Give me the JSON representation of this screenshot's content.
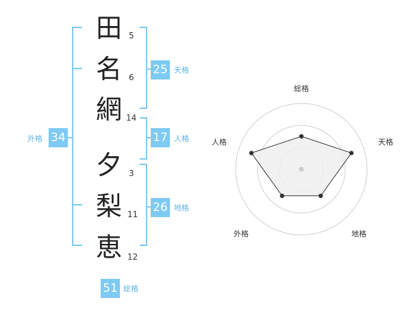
{
  "characters": [
    {
      "char": "田",
      "strokes": "5"
    },
    {
      "char": "名",
      "strokes": "6"
    },
    {
      "char": "網",
      "strokes": "14"
    },
    {
      "char": "夕",
      "strokes": "3"
    },
    {
      "char": "梨",
      "strokes": "11"
    },
    {
      "char": "恵",
      "strokes": "12"
    }
  ],
  "fortunes": {
    "tenkaku": {
      "value": "25",
      "label": "天格"
    },
    "jinkaku": {
      "value": "17",
      "label": "人格"
    },
    "chikaku": {
      "value": "26",
      "label": "地格"
    },
    "gaikaku": {
      "value": "34",
      "label": "外格"
    },
    "soukaku": {
      "value": "51",
      "label": "総格"
    }
  },
  "bracket_color": "#7dcaf3",
  "chart_data": {
    "type": "radar",
    "axes": [
      "総格",
      "天格",
      "地格",
      "外格",
      "人格"
    ],
    "values": [
      0.5,
      0.8,
      0.5,
      0.5,
      0.8
    ],
    "rings": 3,
    "colors": {
      "fill": "#eeeeee",
      "line": "#333333",
      "grid": "#d0d0d0"
    }
  }
}
